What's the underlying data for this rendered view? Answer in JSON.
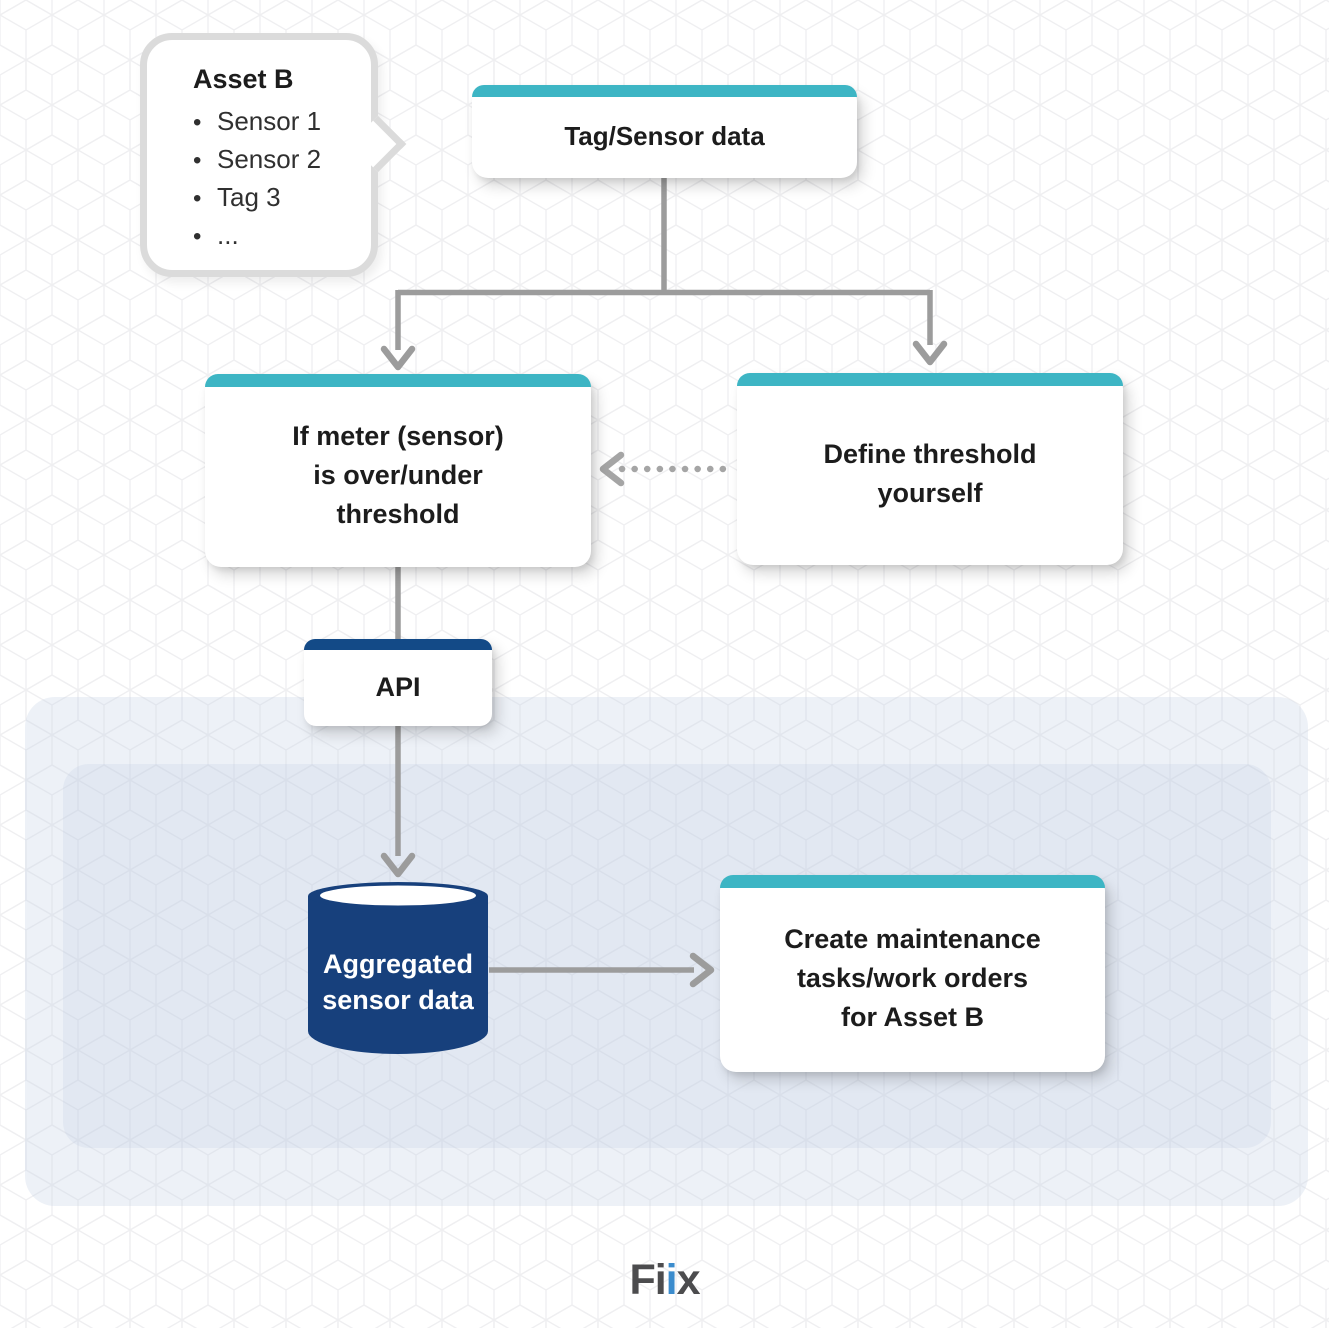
{
  "diagram": {
    "callout": {
      "title": "Asset B",
      "bullet": "•",
      "items": [
        "Sensor 1",
        "Sensor 2",
        "Tag 3",
        "..."
      ]
    },
    "nodes": {
      "tag_sensor": {
        "label": "Tag/Sensor data"
      },
      "threshold_check": {
        "line1": "If meter (sensor)",
        "line2": "is over/under",
        "line3": "threshold"
      },
      "define_threshold": {
        "line1": "Define threshold",
        "line2": "yourself"
      },
      "api": {
        "label": "API"
      },
      "database": {
        "line1": "Aggregated",
        "line2": "sensor data"
      },
      "create_orders": {
        "line1": "Create maintenance",
        "line2": "tasks/work orders",
        "line3": "for Asset B"
      }
    },
    "logo": {
      "part1": "Fi",
      "part2": "i",
      "part3": "x"
    },
    "colors": {
      "teal_accent": "#3db5c4",
      "api_navy": "#134a87",
      "database_navy": "#17407c",
      "arrow_gray": "#9c9c9c",
      "panel_outer": "#eef1f6",
      "panel_inner": "#e2e7f0",
      "logo_gray": "#4c4c4e",
      "logo_blue": "#3b8ccd"
    }
  }
}
